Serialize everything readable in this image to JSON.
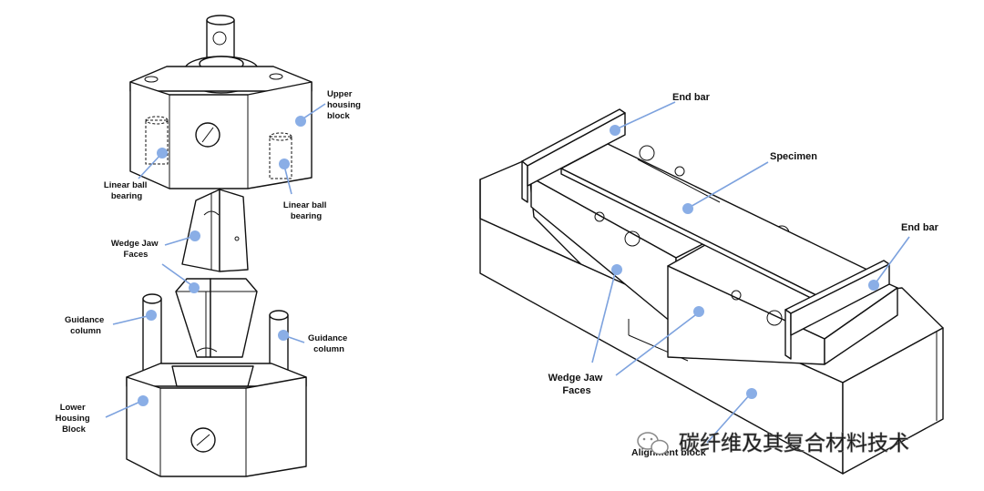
{
  "left_labels": {
    "upper_housing": [
      "Upper",
      "housing",
      "block"
    ],
    "linear_ball_left": [
      "Linear ball",
      "bearing"
    ],
    "linear_ball_right": [
      "Linear ball",
      "bearing"
    ],
    "wedge_jaw": [
      "Wedge Jaw",
      "Faces"
    ],
    "guidance_left": [
      "Guidance",
      "column"
    ],
    "guidance_right": [
      "Guidance",
      "column"
    ],
    "lower_housing": [
      "Lower",
      "Housing",
      "Block"
    ]
  },
  "right_labels": {
    "end_bar_left": "End bar",
    "specimen": "Specimen",
    "end_bar_right": "End bar",
    "wedge_jaw": [
      "Wedge Jaw",
      "Faces"
    ],
    "alignment_block": "Alignment block"
  },
  "watermark": "碳纤维及其复合材料技术",
  "colors": {
    "leader": "#7da2de",
    "dot": "#8aaee6",
    "ink": "#111111"
  }
}
